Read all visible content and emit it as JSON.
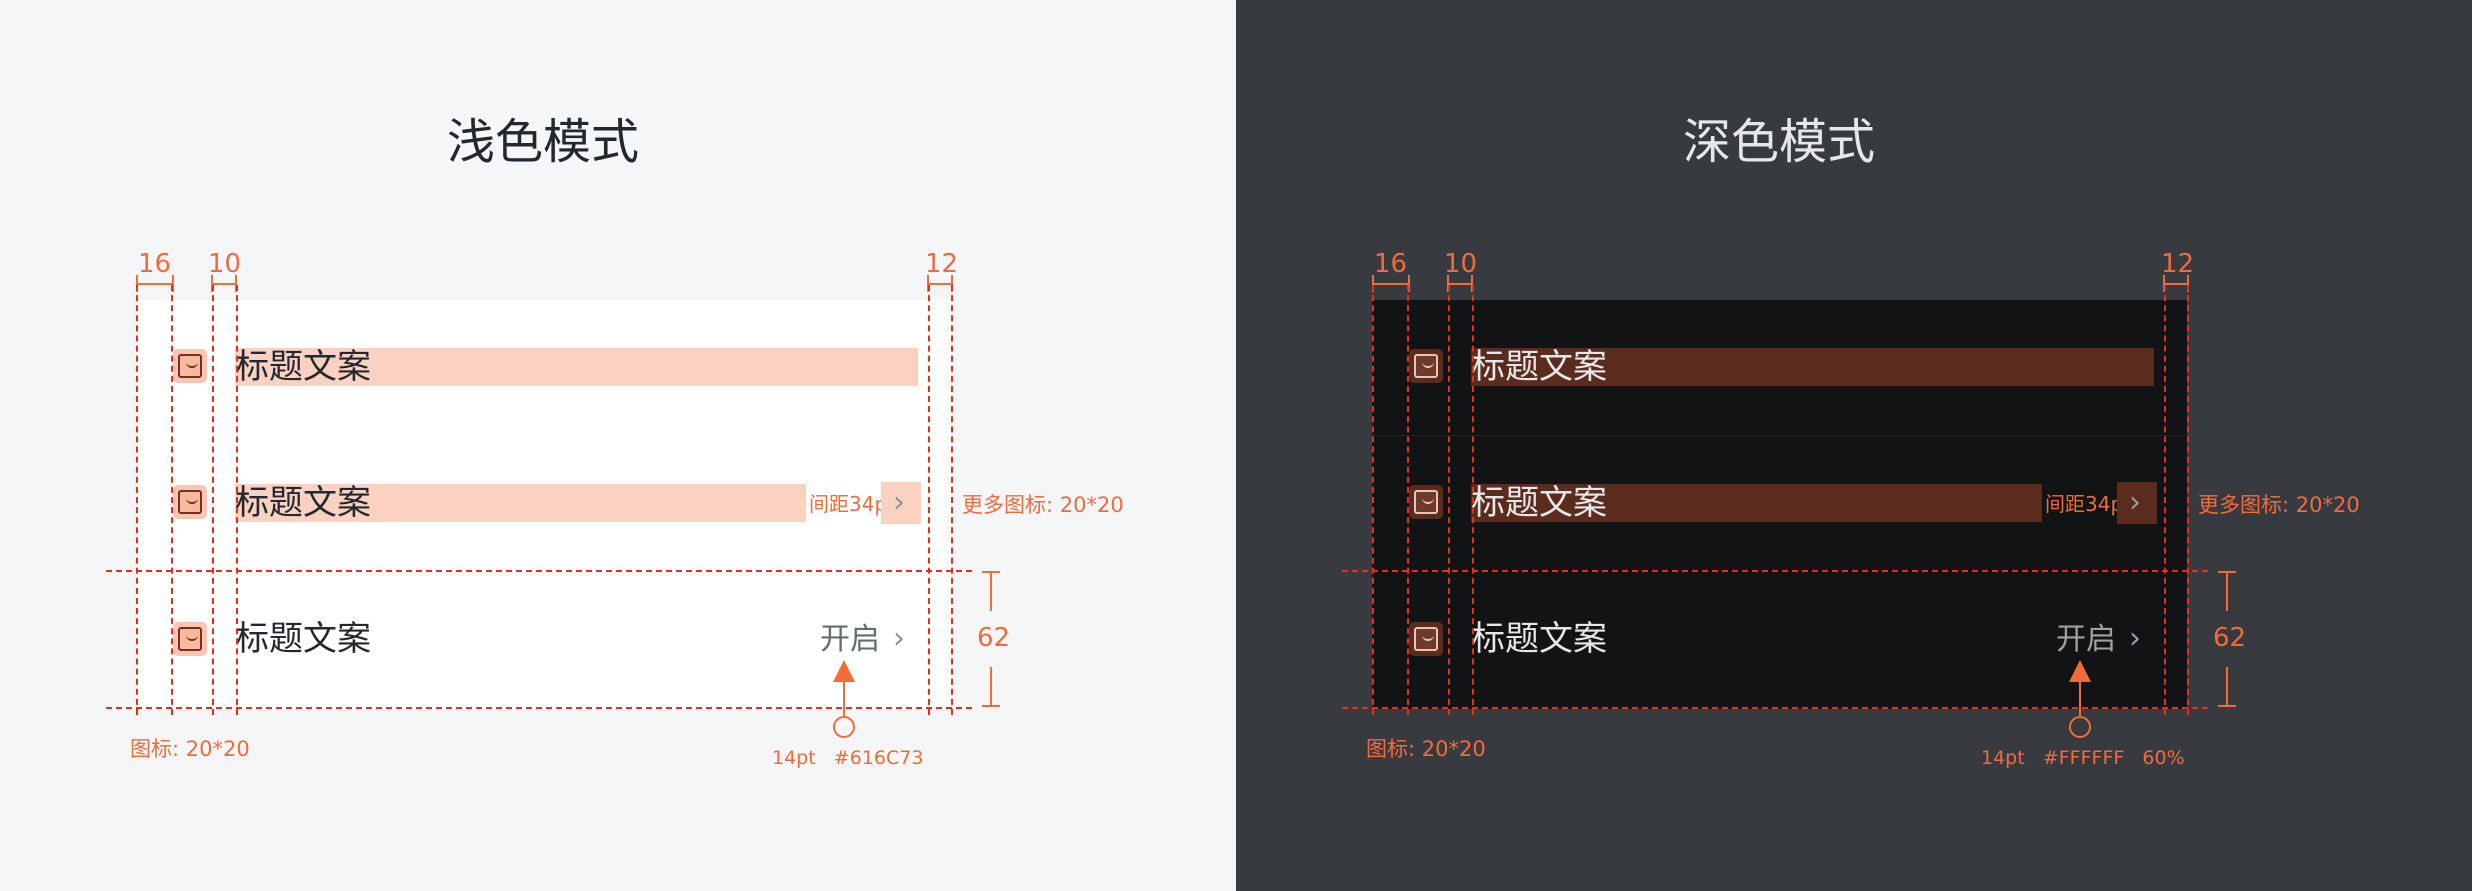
{
  "light": {
    "title": "浅色模式",
    "rows": [
      {
        "label": "标题文案"
      },
      {
        "label": "标题文案",
        "spacing_note": "间距34pt"
      },
      {
        "label": "标题文案",
        "value": "开启"
      }
    ],
    "dims": {
      "left_padding": "16",
      "icon_gap": "10",
      "right_padding": "12",
      "row_height": "62"
    },
    "notes": {
      "icon_size": "图标: 20*20",
      "more_icon": "更多图标: 20*20",
      "value_style": "14pt   #616C73"
    }
  },
  "dark": {
    "title": "深色模式",
    "rows": [
      {
        "label": "标题文案"
      },
      {
        "label": "标题文案",
        "spacing_note": "间距34pt"
      },
      {
        "label": "标题文案",
        "value": "开启"
      }
    ],
    "dims": {
      "left_padding": "16",
      "icon_gap": "10",
      "right_padding": "12",
      "row_height": "62"
    },
    "notes": {
      "icon_size": "图标: 20*20",
      "more_icon": "更多图标: 20*20",
      "value_style": "14pt   #FFFFFF   60%"
    }
  },
  "icons": {
    "row_icon": "bag-icon",
    "more": "chevron-right-icon",
    "pointer": "arrow-up-icon"
  },
  "colors": {
    "accent": "#F26B3A",
    "guide": "#EA2C1F",
    "light_highlight": "#FBD1C1",
    "dark_highlight": "#5B2C1E"
  }
}
